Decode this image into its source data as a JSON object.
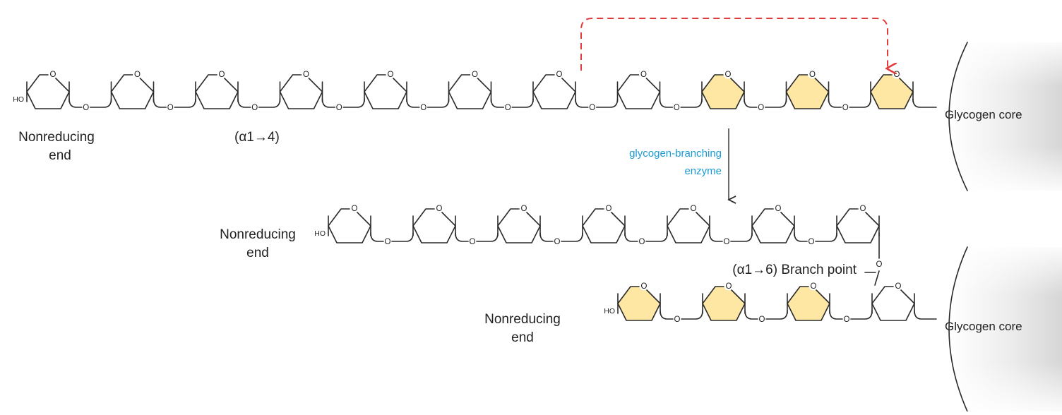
{
  "colors": {
    "highlight_ring": "#fde7a3",
    "ring_stroke": "#2a2a2a",
    "transfer_arrow": "#e23b3b",
    "enzyme_text": "#1a9ad6",
    "core_gradient_light": "#ffffff",
    "core_gradient_dark": "#d9d9d9"
  },
  "diagram": {
    "atom_ring_oxygen": "O",
    "atom_bridge_oxygen": "O",
    "hydroxyl": "HO",
    "top_chain": {
      "nonreducing_line1": "Nonreducing",
      "nonreducing_line2": "end",
      "bond_label": "(α1→4)",
      "core_label": "Glycogen core",
      "residue_count": 11,
      "highlighted_residues": [
        8,
        9,
        10
      ]
    },
    "enzyme": {
      "line1": "glycogen-branching",
      "line2": "enzyme"
    },
    "middle_chain": {
      "nonreducing_line1": "Nonreducing",
      "nonreducing_line2": "end",
      "residue_count": 7
    },
    "bottom_chain": {
      "nonreducing_line1": "Nonreducing",
      "nonreducing_line2": "end",
      "branch_label": "(α1→6) Branch point",
      "core_label": "Glycogen core",
      "residue_count": 4,
      "highlighted_residues": [
        1,
        2,
        3
      ]
    }
  }
}
